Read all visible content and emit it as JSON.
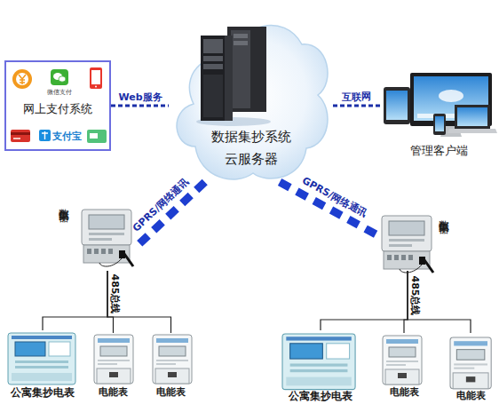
{
  "diagram": {
    "nodes": [
      {
        "text": [
          "网上支付系统"
        ]
      },
      {
        "text": [
          "数据集抄系统 云服务器"
        ]
      },
      {
        "text": [
          "管理客户端"
        ]
      },
      {
        "text": [
          "数据集中器"
        ]
      },
      {
        "text": [
          "数据集中器"
        ]
      },
      {
        "text": [
          "公寓集抄电表"
        ]
      },
      {
        "text": [
          "电能表"
        ]
      },
      {
        "text": [
          "电能表"
        ]
      },
      {
        "text": [
          "公寓集抄电表"
        ]
      },
      {
        "text": [
          "电能表"
        ]
      },
      {
        "text": [
          "电能表"
        ]
      }
    ],
    "edges": [
      {
        "from": 0,
        "to": 1,
        "arrow": "none",
        "label": "Web服务"
      },
      {
        "from": 1,
        "to": 2,
        "arrow": "none",
        "label": "互联网"
      },
      {
        "from": 1,
        "to": 3,
        "arrow": "none",
        "label": "GPRS/网络通讯"
      },
      {
        "from": 1,
        "to": 4,
        "arrow": "none",
        "label": "GPRS/网络通讯"
      },
      {
        "from": 3,
        "to": 5,
        "arrow": "none",
        "label": "485总线"
      },
      {
        "from": 3,
        "to": 6,
        "arrow": "none"
      },
      {
        "from": 3,
        "to": 7,
        "arrow": "none"
      },
      {
        "from": 4,
        "to": 8,
        "arrow": "none",
        "label": "485总线"
      },
      {
        "from": 4,
        "to": 9,
        "arrow": "none"
      },
      {
        "from": 4,
        "to": 10,
        "arrow": "none"
      }
    ],
    "labels": [
      "微信支付",
      "支付宝"
    ]
  }
}
